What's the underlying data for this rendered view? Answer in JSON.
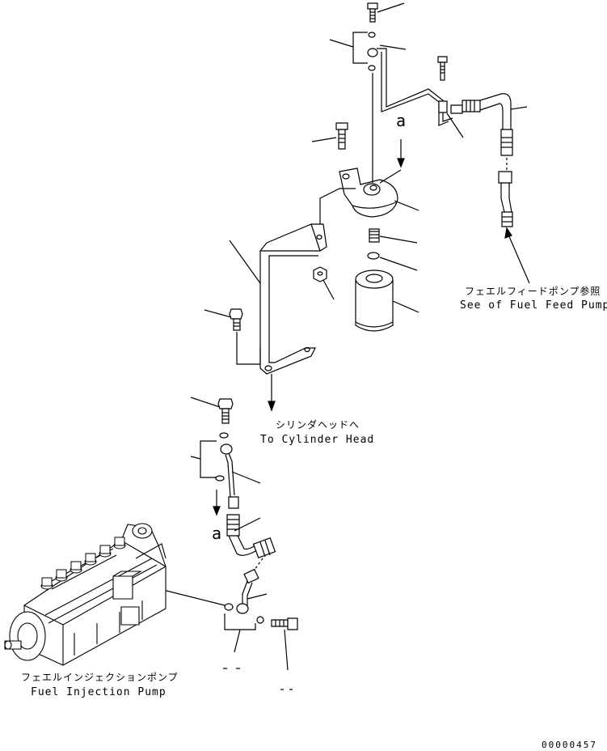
{
  "labels": {
    "feed_pump_jp": "フェエルフィードポンプ参照",
    "feed_pump_en": "See of Fuel Feed Pump",
    "cyl_head_jp": "シリンダヘッドへ",
    "cyl_head_en": "To Cylinder Head",
    "inj_pump_jp": "フェエルインジェクションポンプ",
    "inj_pump_en": "Fuel Injection Pump",
    "ref_a_upper": "a",
    "ref_a_lower": "a",
    "drawing_number": "00000457"
  }
}
